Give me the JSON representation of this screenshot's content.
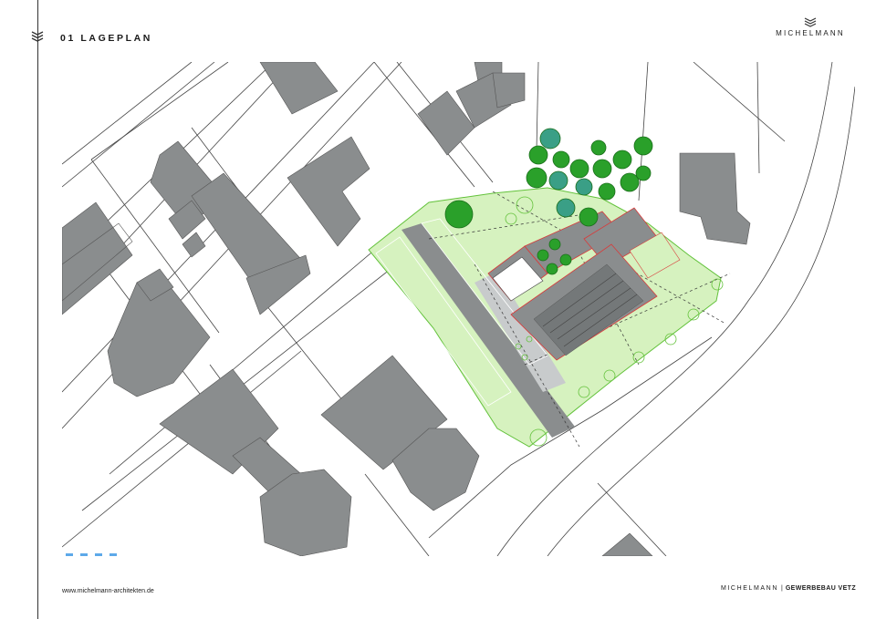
{
  "header": {
    "title": "01 LAGEPLAN"
  },
  "brand": {
    "name": "MICHELMANN"
  },
  "footer": {
    "url": "www.michelmann-architekten.de",
    "company": "MICHELMANN",
    "separator": "|",
    "project": "GEWERBEBAU VETZ"
  },
  "colors": {
    "building": "#8a8d8e",
    "site": "#d6f2bf",
    "site_outline": "#63c23b",
    "tree_green": "#2aa02a",
    "tree_teal": "#3a9f86",
    "new_building_outline": "#d93a3a",
    "road_line": "#555555"
  }
}
